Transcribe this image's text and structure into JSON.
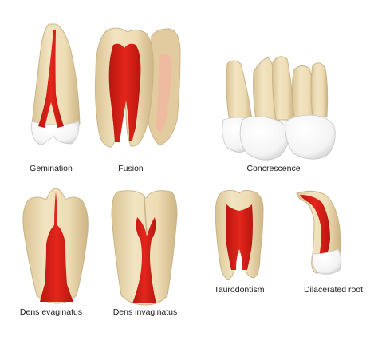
{
  "labels": {
    "gemination": "Gemination",
    "fusion": "Fusion",
    "concrescence": "Concrescence",
    "dens_evaginatus": "Dens evaginatus",
    "dens_invaginatus": "Dens invaginatus",
    "taurodontism": "Taurodontism",
    "dilacerated_root": "Dilacerated root"
  },
  "colors": {
    "dentin": "#EEDDB5",
    "dentin_edge": "#C9B489",
    "enamel": "#FFFFFF",
    "pulp": "#D8231B",
    "pulp_dark": "#A8150F"
  }
}
